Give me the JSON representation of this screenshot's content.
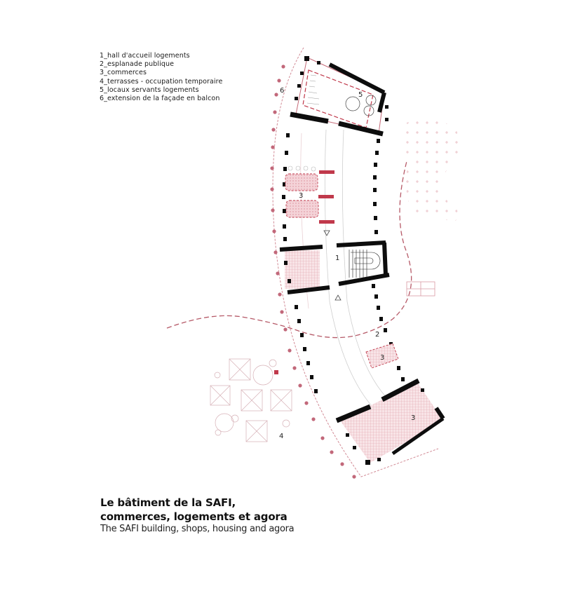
{
  "legend": {
    "items": [
      {
        "num": "1",
        "text": "1_hall d'accueil logements"
      },
      {
        "num": "2",
        "text": "2_esplanade publique"
      },
      {
        "num": "3",
        "text": "3_commerces"
      },
      {
        "num": "4",
        "text": "4_terrasses - occupation temporaire"
      },
      {
        "num": "5",
        "text": "5_locaux servants logements"
      },
      {
        "num": "6",
        "text": "6_extension de la façade en balcon"
      }
    ]
  },
  "plan": {
    "labels": {
      "hall": "1",
      "esplanade": "2",
      "shop_upper": "3",
      "shop_mid": "3",
      "shop_lower": "3",
      "terraces": "4",
      "services": "5",
      "balcony": "6"
    },
    "colors": {
      "wall": "#0d0d0d",
      "accent": "#c0394b",
      "hatch": "#e9a9b2",
      "fill_light": "#f6dde0",
      "trees": "#d9b3b8"
    }
  },
  "caption": {
    "title_line1": "Le bâtiment de la SAFI,",
    "title_line2": "commerces, logements et agora",
    "subtitle": "The SAFI building, shops, housing and agora"
  }
}
